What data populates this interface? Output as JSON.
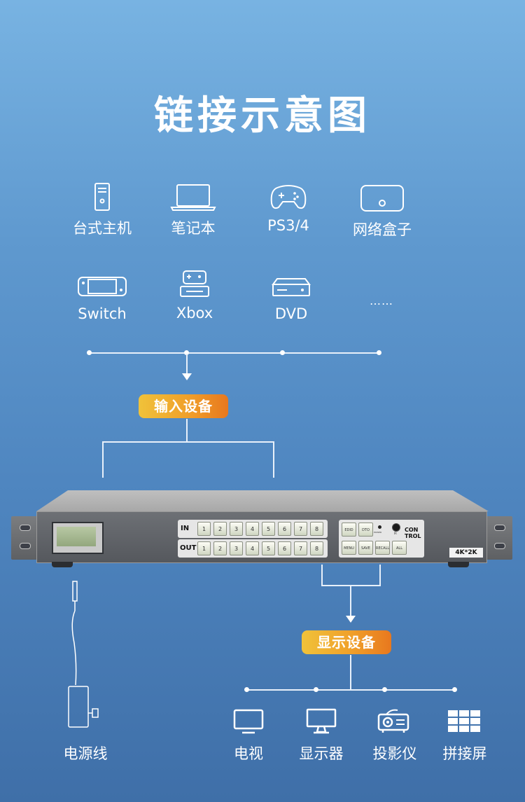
{
  "title": "链接示意图",
  "sources": [
    {
      "icon": "desktop-tower-icon",
      "label": "台式主机"
    },
    {
      "icon": "laptop-icon",
      "label": "笔记本"
    },
    {
      "icon": "gamepad-icon",
      "label": "PS3/4"
    },
    {
      "icon": "set-top-box-icon",
      "label": "网络盒子"
    },
    {
      "icon": "switch-console-icon",
      "label": "Switch"
    },
    {
      "icon": "xbox-console-icon",
      "label": "Xbox"
    },
    {
      "icon": "dvd-player-icon",
      "label": "DVD"
    },
    {
      "icon": "ellipsis-icon",
      "label": "……"
    }
  ],
  "input_pill": "输入设备",
  "output_pill": "显示设备",
  "device": {
    "in_label": "IN",
    "out_label": "OUT",
    "ports": [
      "1",
      "2",
      "3",
      "4",
      "5",
      "6",
      "7",
      "8"
    ],
    "control_top": [
      "EDID",
      "DTO"
    ],
    "control_bottom": [
      "MENU",
      "SAVE",
      "RECALL",
      "ALL"
    ],
    "power_label": "POWER",
    "ir_label": "IR",
    "control_text": "CON TROL",
    "badge": "4K*2K"
  },
  "power_cable_label": "电源线",
  "outputs": [
    {
      "icon": "tv-icon",
      "label": "电视"
    },
    {
      "icon": "monitor-icon",
      "label": "显示器"
    },
    {
      "icon": "projector-icon",
      "label": "投影仪"
    },
    {
      "icon": "video-wall-icon",
      "label": "拼接屏"
    }
  ]
}
